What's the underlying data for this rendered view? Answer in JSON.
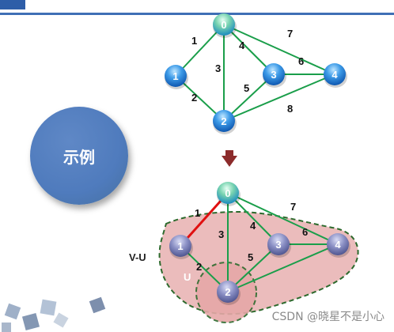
{
  "example_label": "示例",
  "watermark": "CSDN @晓星不是小心",
  "set_labels": {
    "v_minus_u": "V-U",
    "u": "U"
  },
  "colors": {
    "edge": "#1a9e4a",
    "selected_edge": "#e01010",
    "region_fill": "#e8b4b4",
    "region_border": "#2d6a2d",
    "accent": "#3f6fb5"
  },
  "graph_top": {
    "nodes": [
      {
        "id": "0",
        "label": "0"
      },
      {
        "id": "1",
        "label": "1"
      },
      {
        "id": "2",
        "label": "2"
      },
      {
        "id": "3",
        "label": "3"
      },
      {
        "id": "4",
        "label": "4"
      }
    ],
    "edges": [
      {
        "from": "0",
        "to": "1",
        "weight": "1"
      },
      {
        "from": "0",
        "to": "2",
        "weight": "3"
      },
      {
        "from": "0",
        "to": "3",
        "weight": "4"
      },
      {
        "from": "0",
        "to": "4",
        "weight": "7"
      },
      {
        "from": "1",
        "to": "2",
        "weight": "2"
      },
      {
        "from": "2",
        "to": "3",
        "weight": "5"
      },
      {
        "from": "3",
        "to": "4",
        "weight": "6"
      },
      {
        "from": "2",
        "to": "4",
        "weight": "8"
      }
    ]
  },
  "graph_bottom": {
    "nodes": [
      {
        "id": "0",
        "label": "0"
      },
      {
        "id": "1",
        "label": "1"
      },
      {
        "id": "2",
        "label": "2"
      },
      {
        "id": "3",
        "label": "3"
      },
      {
        "id": "4",
        "label": "4"
      }
    ],
    "edges": [
      {
        "from": "0",
        "to": "1",
        "weight": "1",
        "selected": true
      },
      {
        "from": "0",
        "to": "2",
        "weight": "3"
      },
      {
        "from": "0",
        "to": "3",
        "weight": "4"
      },
      {
        "from": "0",
        "to": "4",
        "weight": "7"
      },
      {
        "from": "1",
        "to": "2",
        "weight": "2"
      },
      {
        "from": "2",
        "to": "3",
        "weight": "5"
      },
      {
        "from": "3",
        "to": "4",
        "weight": "6"
      },
      {
        "from": "2",
        "to": "4",
        "weight": ""
      }
    ]
  }
}
